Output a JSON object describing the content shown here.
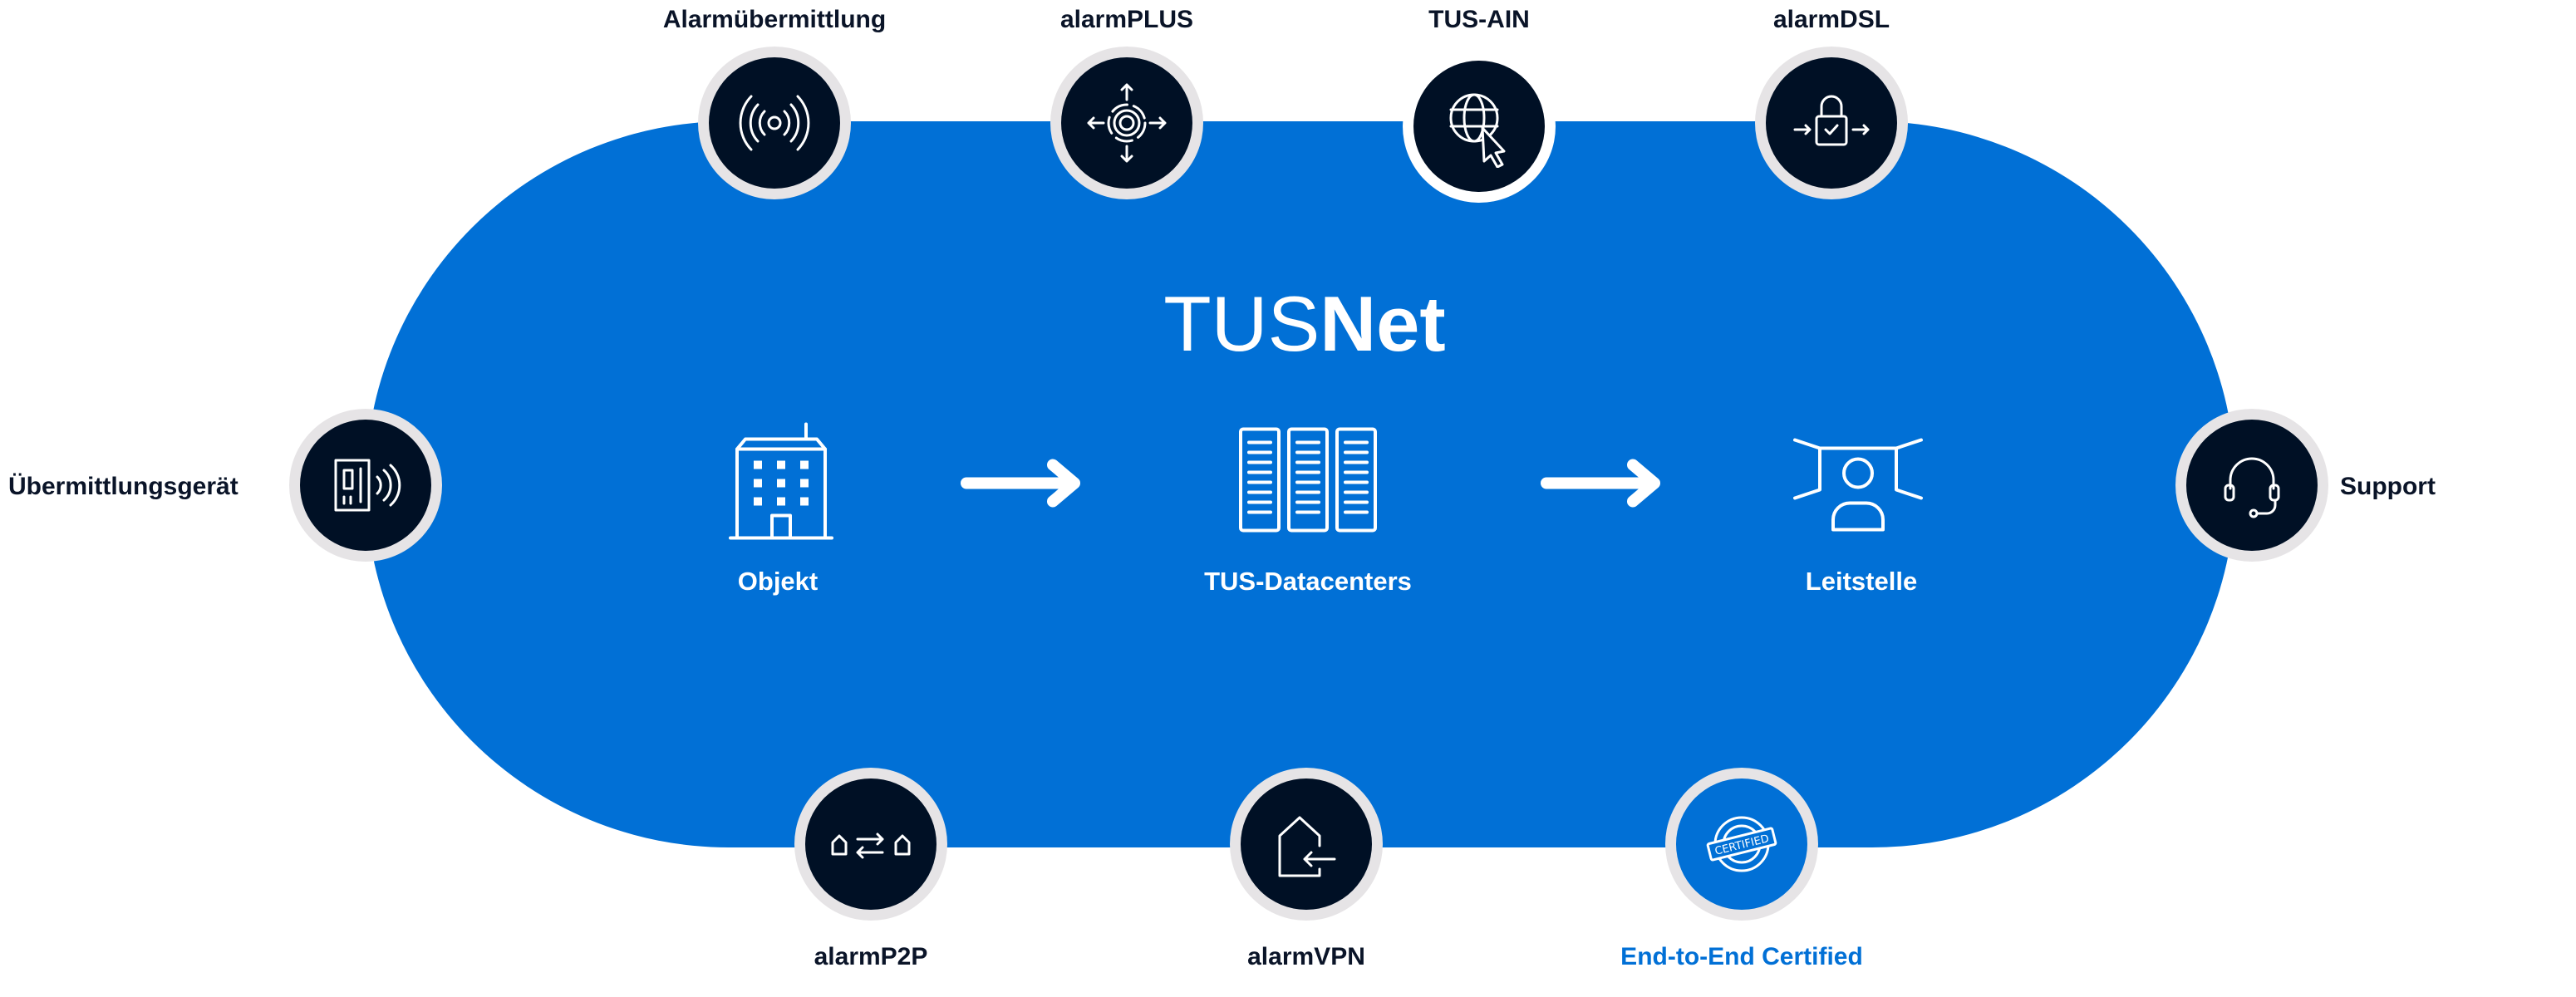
{
  "title": {
    "part1": "TUS",
    "part2": "Net"
  },
  "flow": [
    {
      "label": "Objekt",
      "icon": "building-icon"
    },
    {
      "label": "TUS-Datacenters",
      "icon": "server-rack-icon"
    },
    {
      "label": "Leitstelle",
      "icon": "control-center-operator-icon"
    }
  ],
  "services": {
    "alarmuebermittlung": "Alarmübermittlung",
    "alarmplus": "alarmPLUS",
    "tusain": "TUS-AIN",
    "alarmdsl": "alarmDSL",
    "uebermittlungsgeraet": "Übermittlungsgerät",
    "support": "Support",
    "alarmp2p": "alarmP2P",
    "alarmvpn": "alarmVPN",
    "certified": "End-to-End Certified",
    "certified_stamp": "CERTIFIED"
  },
  "colors": {
    "brand_blue": "#0170d6",
    "node_dark": "#001025",
    "ring": "#e6e4e6"
  }
}
